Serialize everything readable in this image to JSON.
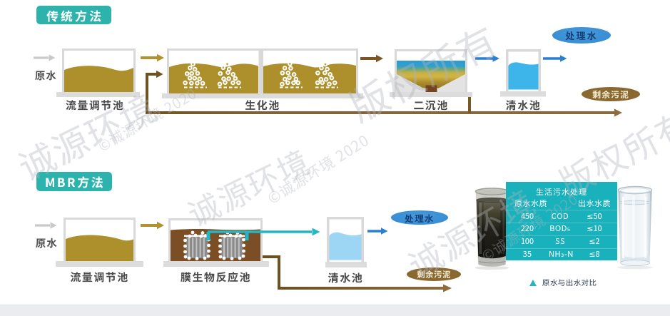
{
  "page": {
    "bg_color": "#ffffff",
    "footer_bar_color": "#eaecf0"
  },
  "traditional": {
    "method_label": "传统方法",
    "feed_label": "原水",
    "tanks": [
      {
        "label": "流量调节池"
      },
      {
        "label": "生化池"
      },
      {
        "label": "二沉池"
      },
      {
        "label": "清水池"
      }
    ],
    "output_label": "处理水",
    "sludge_label": "剩余污泥"
  },
  "mbr": {
    "method_label": "MBR方法",
    "feed_label": "原水",
    "tanks": [
      {
        "label": "流量调节池"
      },
      {
        "label": "膜生物反应池"
      },
      {
        "label": "清水池"
      }
    ],
    "output_label": "处理水",
    "sludge_label": "剩余污泥"
  },
  "quality_table": {
    "title": "生活污水处理",
    "col_left": "原水水质",
    "col_right": "出水水质",
    "rows": [
      {
        "influent": "450",
        "param": "COD",
        "effluent": "≤50"
      },
      {
        "influent": "220",
        "param": "BOD₅",
        "effluent": "≤10"
      },
      {
        "influent": "100",
        "param": "SS",
        "effluent": "≤2"
      },
      {
        "influent": "35",
        "param": "NH₃-N",
        "effluent": "≤8"
      }
    ]
  },
  "legend": {
    "caption": "原水与出水对比"
  },
  "watermark": {
    "brand": "诚源环境",
    "rights": "版权所有",
    "copyright": "©诚源环境 2020"
  },
  "colors": {
    "method_badge_teal": "#30b3a7",
    "table_teal": "#19b2bc",
    "raw_liquid_olive": "#ad8f2b",
    "mbr_liquid_brown": "#7b4e26",
    "clean_water_blue": "#3eb5ea",
    "mbr_clean_water_blue": "#9dd5f5",
    "treated_ellipse_blue": "#3e93d8",
    "sludge_ellipse_brown": "#8c6b33",
    "flow_arrow_blue": "#2a7fd2",
    "permeate_pipe_cyan": "#23b6c4",
    "sludge_line_brown": "#6b4e1e",
    "tank_wall_gray": "#d9d9d9"
  }
}
